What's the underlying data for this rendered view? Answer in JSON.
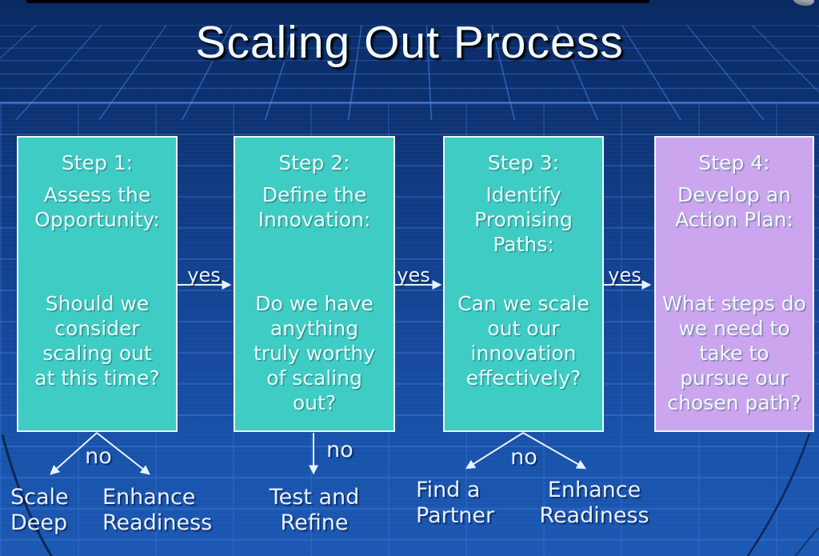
{
  "slide": {
    "title": "Scaling Out Process"
  },
  "steps": [
    {
      "heading": "Step 1:",
      "subtitle": "Assess the\nOpportunity:",
      "question": "Should we\nconsider\nscaling out\nat this time?",
      "fill": "#3eccc4"
    },
    {
      "heading": "Step 2:",
      "subtitle": "Define the\nInnovation:",
      "question": "Do we have\nanything\ntruly worthy\nof scaling\nout?",
      "fill": "#3eccc4"
    },
    {
      "heading": "Step 3:",
      "subtitle": "Identify\nPromising\nPaths:",
      "question": "Can we scale\nout our\ninnovation\neffectively?",
      "fill": "#3eccc4"
    },
    {
      "heading": "Step 4:",
      "subtitle": "Develop an\nAction Plan:",
      "question": "What steps do\nwe need to\ntake to\npursue our\nchosen path?",
      "fill": "#cba5ee"
    }
  ],
  "connectors": {
    "yes1": "yes",
    "yes2": "yes",
    "yes3": "yes",
    "no1": "no",
    "no2": "no",
    "no3": "no"
  },
  "outcomes": [
    {
      "label": "Scale\nDeep"
    },
    {
      "label": "Enhance\nReadiness"
    },
    {
      "label": "Test and\nRefine"
    },
    {
      "label": "Find a\nPartner"
    },
    {
      "label": "Enhance\nReadiness"
    }
  ],
  "colors": {
    "background_top": "#0a2a62",
    "background_bottom": "#1b58b3",
    "grid_line": "#2f6fd0",
    "step_teal": "#3eccc4",
    "step_purple": "#cba5ee",
    "box_border": "#eef6f8",
    "arrow": "#e9f2ff",
    "laser_dot": "#cc1c1c"
  }
}
